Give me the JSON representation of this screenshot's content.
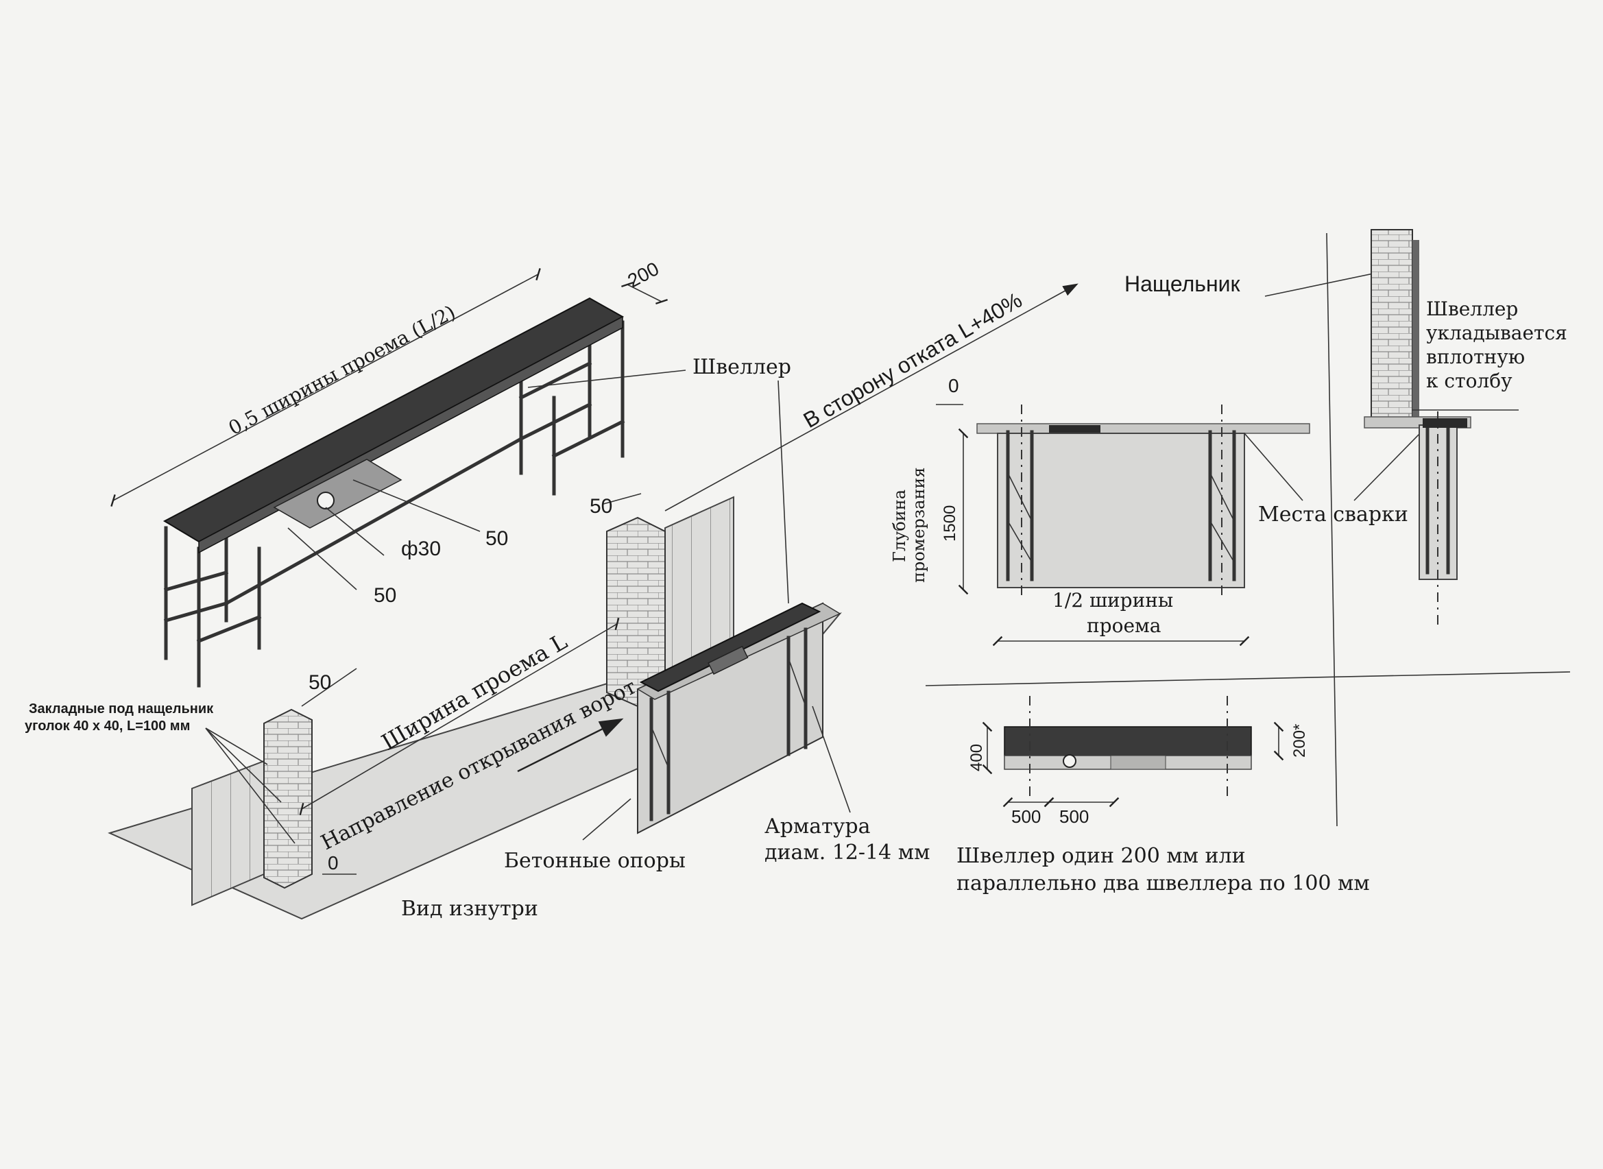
{
  "diagram": {
    "colors": {
      "paper": "#f4f4f2",
      "channel": "#3a3a3a",
      "concrete": "#d6d6d4",
      "brick": "#e2e2e0",
      "line": "#222222"
    },
    "top_frame": {
      "length_label": "0,5 ширины проема (L/2)",
      "width_label": "200",
      "hole_label": "ф30",
      "plate_dim_a": "50",
      "plate_dim_b": "50"
    },
    "main_view": {
      "channel_label": "Швеллер",
      "rollback_label": "В сторону отката L+40%",
      "post_gap_left": "50",
      "post_gap_right": "50",
      "embed_label_line1": "Закладные под нащельник",
      "embed_label_line2": "уголок 40 х 40, L=100 мм",
      "opening_width_label": "Ширина проема L",
      "direction_label": "Направление открывания ворот",
      "zero_mark": "0",
      "concrete_label": "Бетонные опоры",
      "rebar_label_line1": "Арматура",
      "rebar_label_line2": "диам. 12-14 мм",
      "view_label": "Вид изнутри"
    },
    "section_view": {
      "cover_strip_label": "Нащельник",
      "zero_mark": "0",
      "depth_label_line1": "Глубина",
      "depth_label_line2": "промерзания",
      "depth_value": "1500",
      "weld_label": "Места сварки",
      "half_width_line1": "1/2 ширины",
      "half_width_line2": "проема"
    },
    "detail_view": {
      "note_line1": "Швеллер",
      "note_line2": "укладывается",
      "note_line3": "вплотную",
      "note_line4": "к столбу"
    },
    "plan_view": {
      "left_height": "400",
      "right_height": "200*",
      "seg_a": "500",
      "seg_b": "500",
      "note_line1": "Швеллер один 200 мм или",
      "note_line2": "параллельно два швеллера по 100 мм"
    }
  }
}
